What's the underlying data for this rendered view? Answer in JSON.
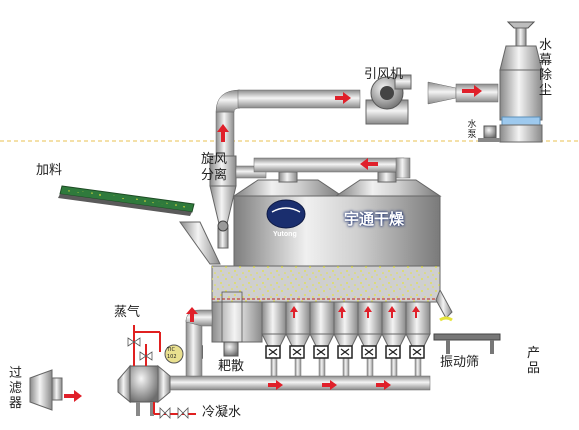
{
  "labels": {
    "feed": "加料",
    "induced_fan": "引风机",
    "water_curtain": "水幕除尘",
    "water_pump": "水泵",
    "cyclone": "旋风分离",
    "brand_name": "宇通干燥",
    "logo_en": "Yutong",
    "steam": "蒸气",
    "spreader": "耙散",
    "vibrating_screen": "振动筛",
    "product": "产品",
    "filter": "过滤器",
    "condensate": "冷凝水",
    "tic": "TIC",
    "tic_num": "102"
  },
  "colors": {
    "arrow": "#e0202a",
    "dashed_line": "#e8c050",
    "metal_light": "#f2f2f2",
    "metal_dark": "#7a7a7a",
    "steam_pipe": "#e02020",
    "logo_blue": "#1a2e6e"
  }
}
